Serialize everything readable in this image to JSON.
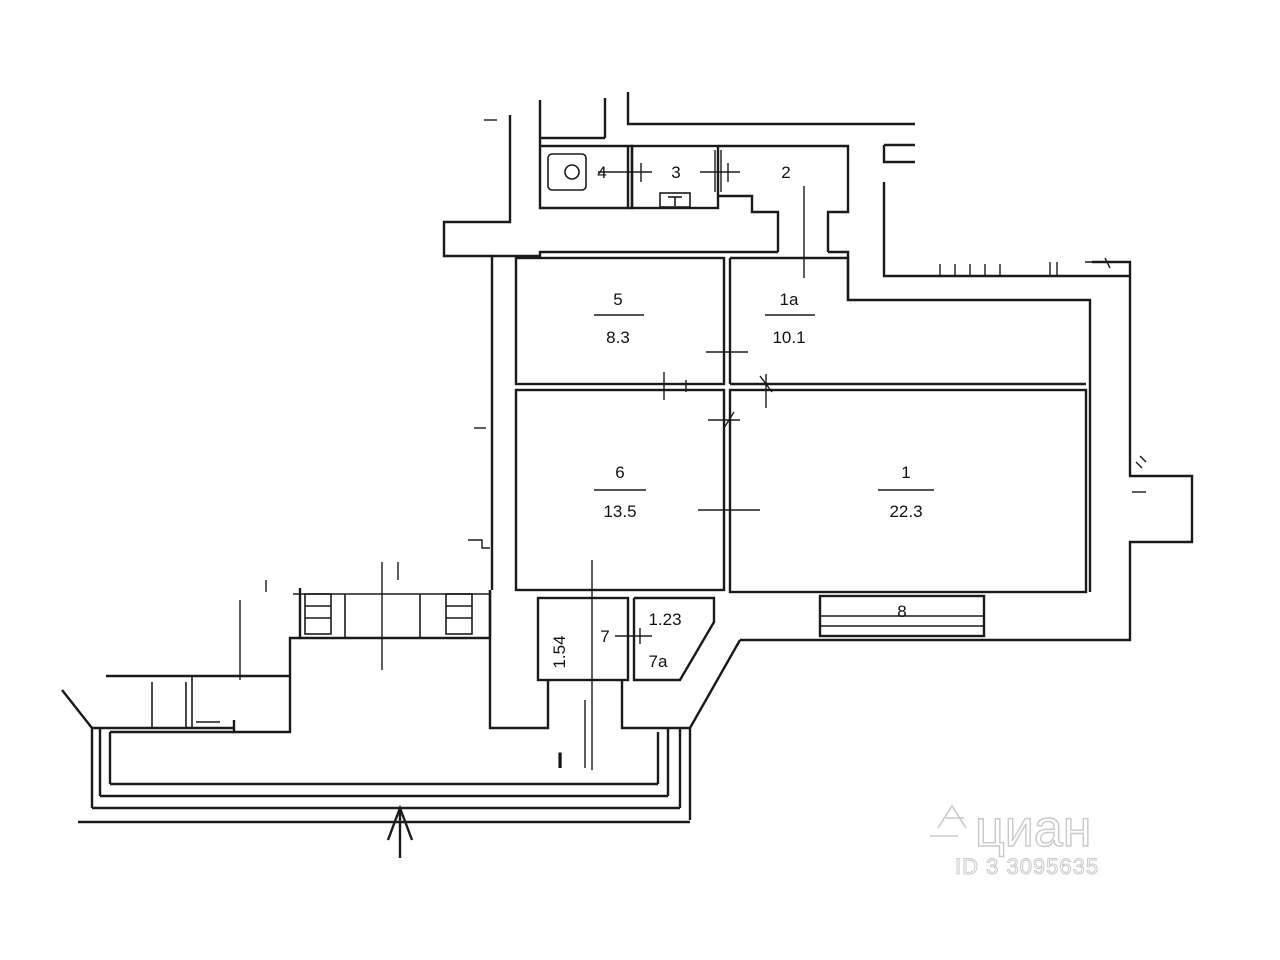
{
  "plan": {
    "rooms": [
      {
        "id": "r4",
        "number": "4",
        "area": ""
      },
      {
        "id": "r3",
        "number": "3",
        "area": ""
      },
      {
        "id": "r2",
        "number": "2",
        "area": ""
      },
      {
        "id": "r5",
        "number": "5",
        "area": "8.3"
      },
      {
        "id": "r1a",
        "number": "1a",
        "area": "10.1"
      },
      {
        "id": "r6",
        "number": "6",
        "area": "13.5"
      },
      {
        "id": "r1",
        "number": "1",
        "area": "22.3"
      },
      {
        "id": "r7",
        "number": "7",
        "area": "1.54"
      },
      {
        "id": "r7a",
        "number": "7a",
        "area": "1.23"
      },
      {
        "id": "r8",
        "number": "8",
        "area": ""
      }
    ],
    "section_mark": "I"
  },
  "watermark": {
    "brand": "циан",
    "id_text": "ID 3 3095635"
  },
  "colors": {
    "line": "#1a1a1a",
    "background": "#ffffff",
    "watermark": "#c9c9c9"
  }
}
